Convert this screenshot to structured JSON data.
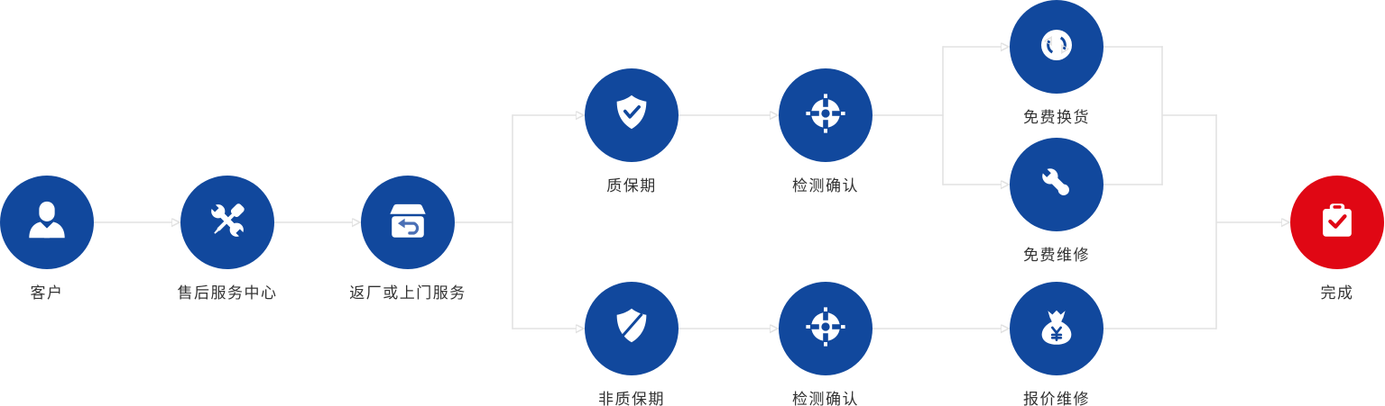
{
  "diagram": {
    "type": "flowchart",
    "colors": {
      "node_blue": "#11489d",
      "node_red": "#e00714",
      "icon_white": "#ffffff",
      "box_arrow_blue": "#4a6fb5",
      "connector_gray": "#e2e2e2",
      "arrowhead_gray": "#cccccc",
      "label_text": "#333333"
    },
    "nodes": [
      {
        "id": "customer",
        "label": "客户",
        "icon": "user-icon",
        "color": "blue"
      },
      {
        "id": "service-center",
        "label": "售后服务中心",
        "icon": "tools-icon",
        "color": "blue"
      },
      {
        "id": "return-onsite",
        "label": "返厂或上门服务",
        "icon": "box-return-icon",
        "color": "blue"
      },
      {
        "id": "warranty",
        "label": "质保期",
        "icon": "shield-check-icon",
        "color": "blue"
      },
      {
        "id": "inspect-top",
        "label": "检测确认",
        "icon": "target-icon",
        "color": "blue"
      },
      {
        "id": "free-exchange",
        "label": "免费换货",
        "icon": "refresh-icon",
        "color": "blue"
      },
      {
        "id": "free-repair",
        "label": "免费维修",
        "icon": "wrench-icon",
        "color": "blue"
      },
      {
        "id": "non-warranty",
        "label": "非质保期",
        "icon": "shield-slash-icon",
        "color": "blue"
      },
      {
        "id": "inspect-bottom",
        "label": "检测确认",
        "icon": "target-icon",
        "color": "blue"
      },
      {
        "id": "quote-repair",
        "label": "报价维修",
        "icon": "moneybag-icon",
        "color": "blue"
      },
      {
        "id": "complete",
        "label": "完成",
        "icon": "clipboard-check-icon",
        "color": "red"
      }
    ],
    "edges": [
      {
        "from": "customer",
        "to": "service-center",
        "arrow": true
      },
      {
        "from": "service-center",
        "to": "return-onsite",
        "arrow": true
      },
      {
        "from": "return-onsite",
        "to": "warranty",
        "arrow": true
      },
      {
        "from": "return-onsite",
        "to": "non-warranty",
        "arrow": true
      },
      {
        "from": "warranty",
        "to": "inspect-top",
        "arrow": true
      },
      {
        "from": "non-warranty",
        "to": "inspect-bottom",
        "arrow": true
      },
      {
        "from": "inspect-top",
        "to": "free-exchange",
        "arrow": true
      },
      {
        "from": "inspect-top",
        "to": "free-repair",
        "arrow": true
      },
      {
        "from": "inspect-bottom",
        "to": "quote-repair",
        "arrow": true
      },
      {
        "from": "free-exchange",
        "to": "complete",
        "arrow": true
      },
      {
        "from": "free-repair",
        "to": "complete",
        "arrow": true
      },
      {
        "from": "quote-repair",
        "to": "complete",
        "arrow": true
      }
    ]
  }
}
